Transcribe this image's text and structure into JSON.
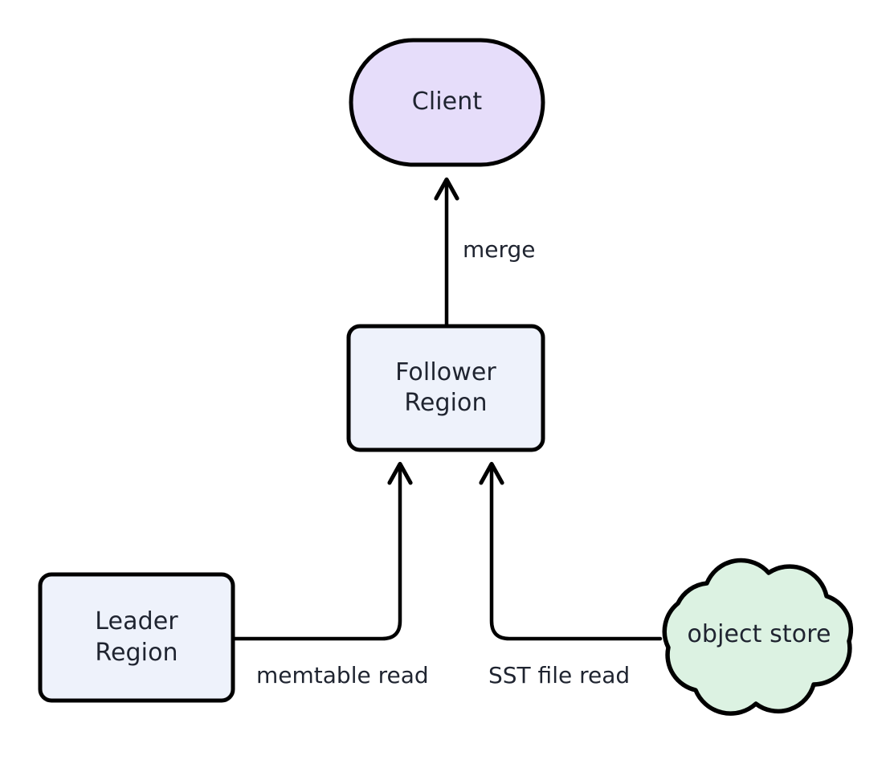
{
  "diagram": {
    "type": "flowchart",
    "direction": "bottom-to-top",
    "background": "#ffffff",
    "nodes": [
      {
        "id": "client",
        "label": "Client",
        "shape": "stadium",
        "fill": "#e6ddfa",
        "stroke": "#000000",
        "text_color": "#1f2430"
      },
      {
        "id": "follower_region",
        "label": "Follower\nRegion",
        "shape": "rounded-rectangle",
        "fill": "#eef2fb",
        "stroke": "#000000",
        "text_color": "#1f2430"
      },
      {
        "id": "leader_region",
        "label": "Leader\nRegion",
        "shape": "rounded-rectangle",
        "fill": "#eef2fb",
        "stroke": "#000000",
        "text_color": "#1f2430"
      },
      {
        "id": "object_store",
        "label": "object store",
        "shape": "cloud",
        "fill": "#dcf2e2",
        "stroke": "#000000",
        "text_color": "#1f2430"
      }
    ],
    "edges": [
      {
        "id": "edge-follower-client",
        "from": "follower_region",
        "to": "client",
        "label": "merge",
        "arrowhead": "to",
        "routing": "straight-vertical"
      },
      {
        "id": "edge-leader-follower",
        "from": "leader_region",
        "to": "follower_region",
        "label": "memtable read",
        "arrowhead": "to",
        "routing": "elbow"
      },
      {
        "id": "edge-objectstore-follower",
        "from": "object_store",
        "to": "follower_region",
        "label": "SST file read",
        "arrowhead": "to",
        "routing": "elbow"
      }
    ]
  }
}
